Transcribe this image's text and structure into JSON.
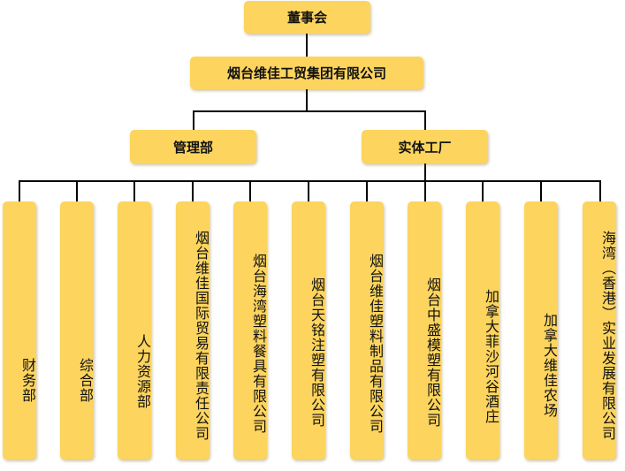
{
  "board": {
    "label": "董事会"
  },
  "company": {
    "label": "烟台维佳工贸集团有限公司"
  },
  "divisions": [
    {
      "label": "管理部"
    },
    {
      "label": "实体工厂"
    }
  ],
  "units": [
    {
      "label": "财务部"
    },
    {
      "label": "综合部"
    },
    {
      "label": "人力资源部"
    },
    {
      "label": "烟台维佳国际贸易有限责任公司"
    },
    {
      "label": "烟台海湾塑料餐具有限公司"
    },
    {
      "label": "烟台天铭注塑有限公司"
    },
    {
      "label": "烟台维佳塑料制品有限公司"
    },
    {
      "label": "烟台中盛模塑有限公司"
    },
    {
      "label": "加拿大菲沙河谷酒庄"
    },
    {
      "label": "加拿大维佳农场"
    },
    {
      "label": "海湾（香港）实业发展有限公司"
    }
  ],
  "colors": {
    "box": "#fcd45e",
    "line": "#000000"
  }
}
